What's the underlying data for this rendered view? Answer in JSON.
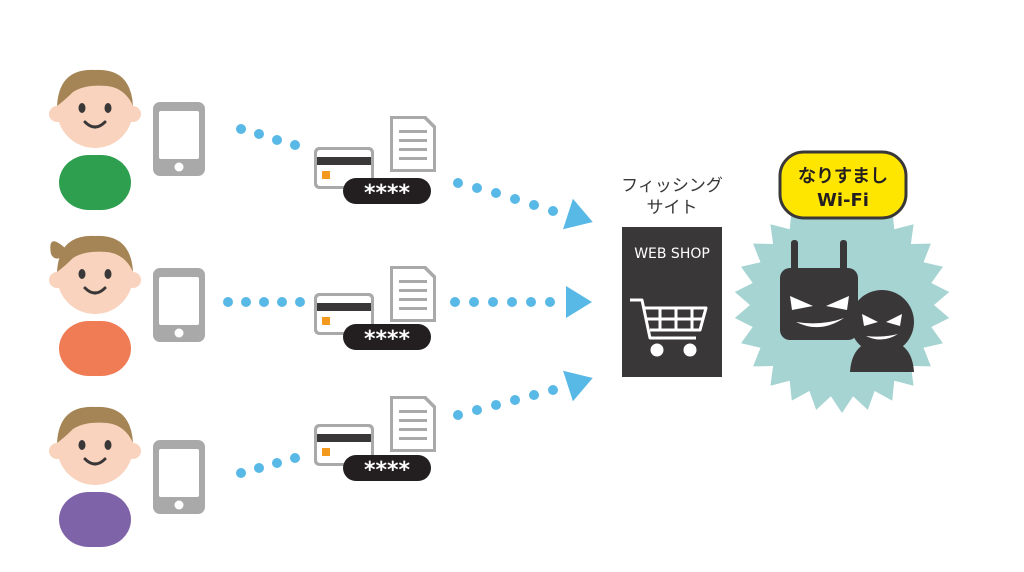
{
  "labels": {
    "phishing_site_line1": "フィッシング",
    "phishing_site_line2": "サイト",
    "web_shop": "WEB SHOP",
    "fake_wifi_line1": "なりすまし",
    "fake_wifi_line2": "Wi-Fi",
    "pin_mask": "****"
  },
  "users": [
    {
      "shirt_color": "#2e9e4f",
      "hair": "short"
    },
    {
      "shirt_color": "#ef7c55",
      "hair": "ponytail"
    },
    {
      "shirt_color": "#7f63a8",
      "hair": "short"
    }
  ],
  "colors": {
    "dot": "#58b8e6",
    "arrow": "#58b8e6",
    "skin": "#f9d3bd",
    "hair": "#a58455",
    "phone": "#a9a9a9",
    "shop_bg": "#3a3738",
    "burst": "#a6d4d2",
    "badge": "#ffe600",
    "villain": "#3a3738"
  },
  "icons": [
    "person-icon",
    "smartphone-icon",
    "credit-card-icon",
    "document-icon",
    "shopping-cart-icon",
    "router-icon",
    "hacker-icon"
  ]
}
